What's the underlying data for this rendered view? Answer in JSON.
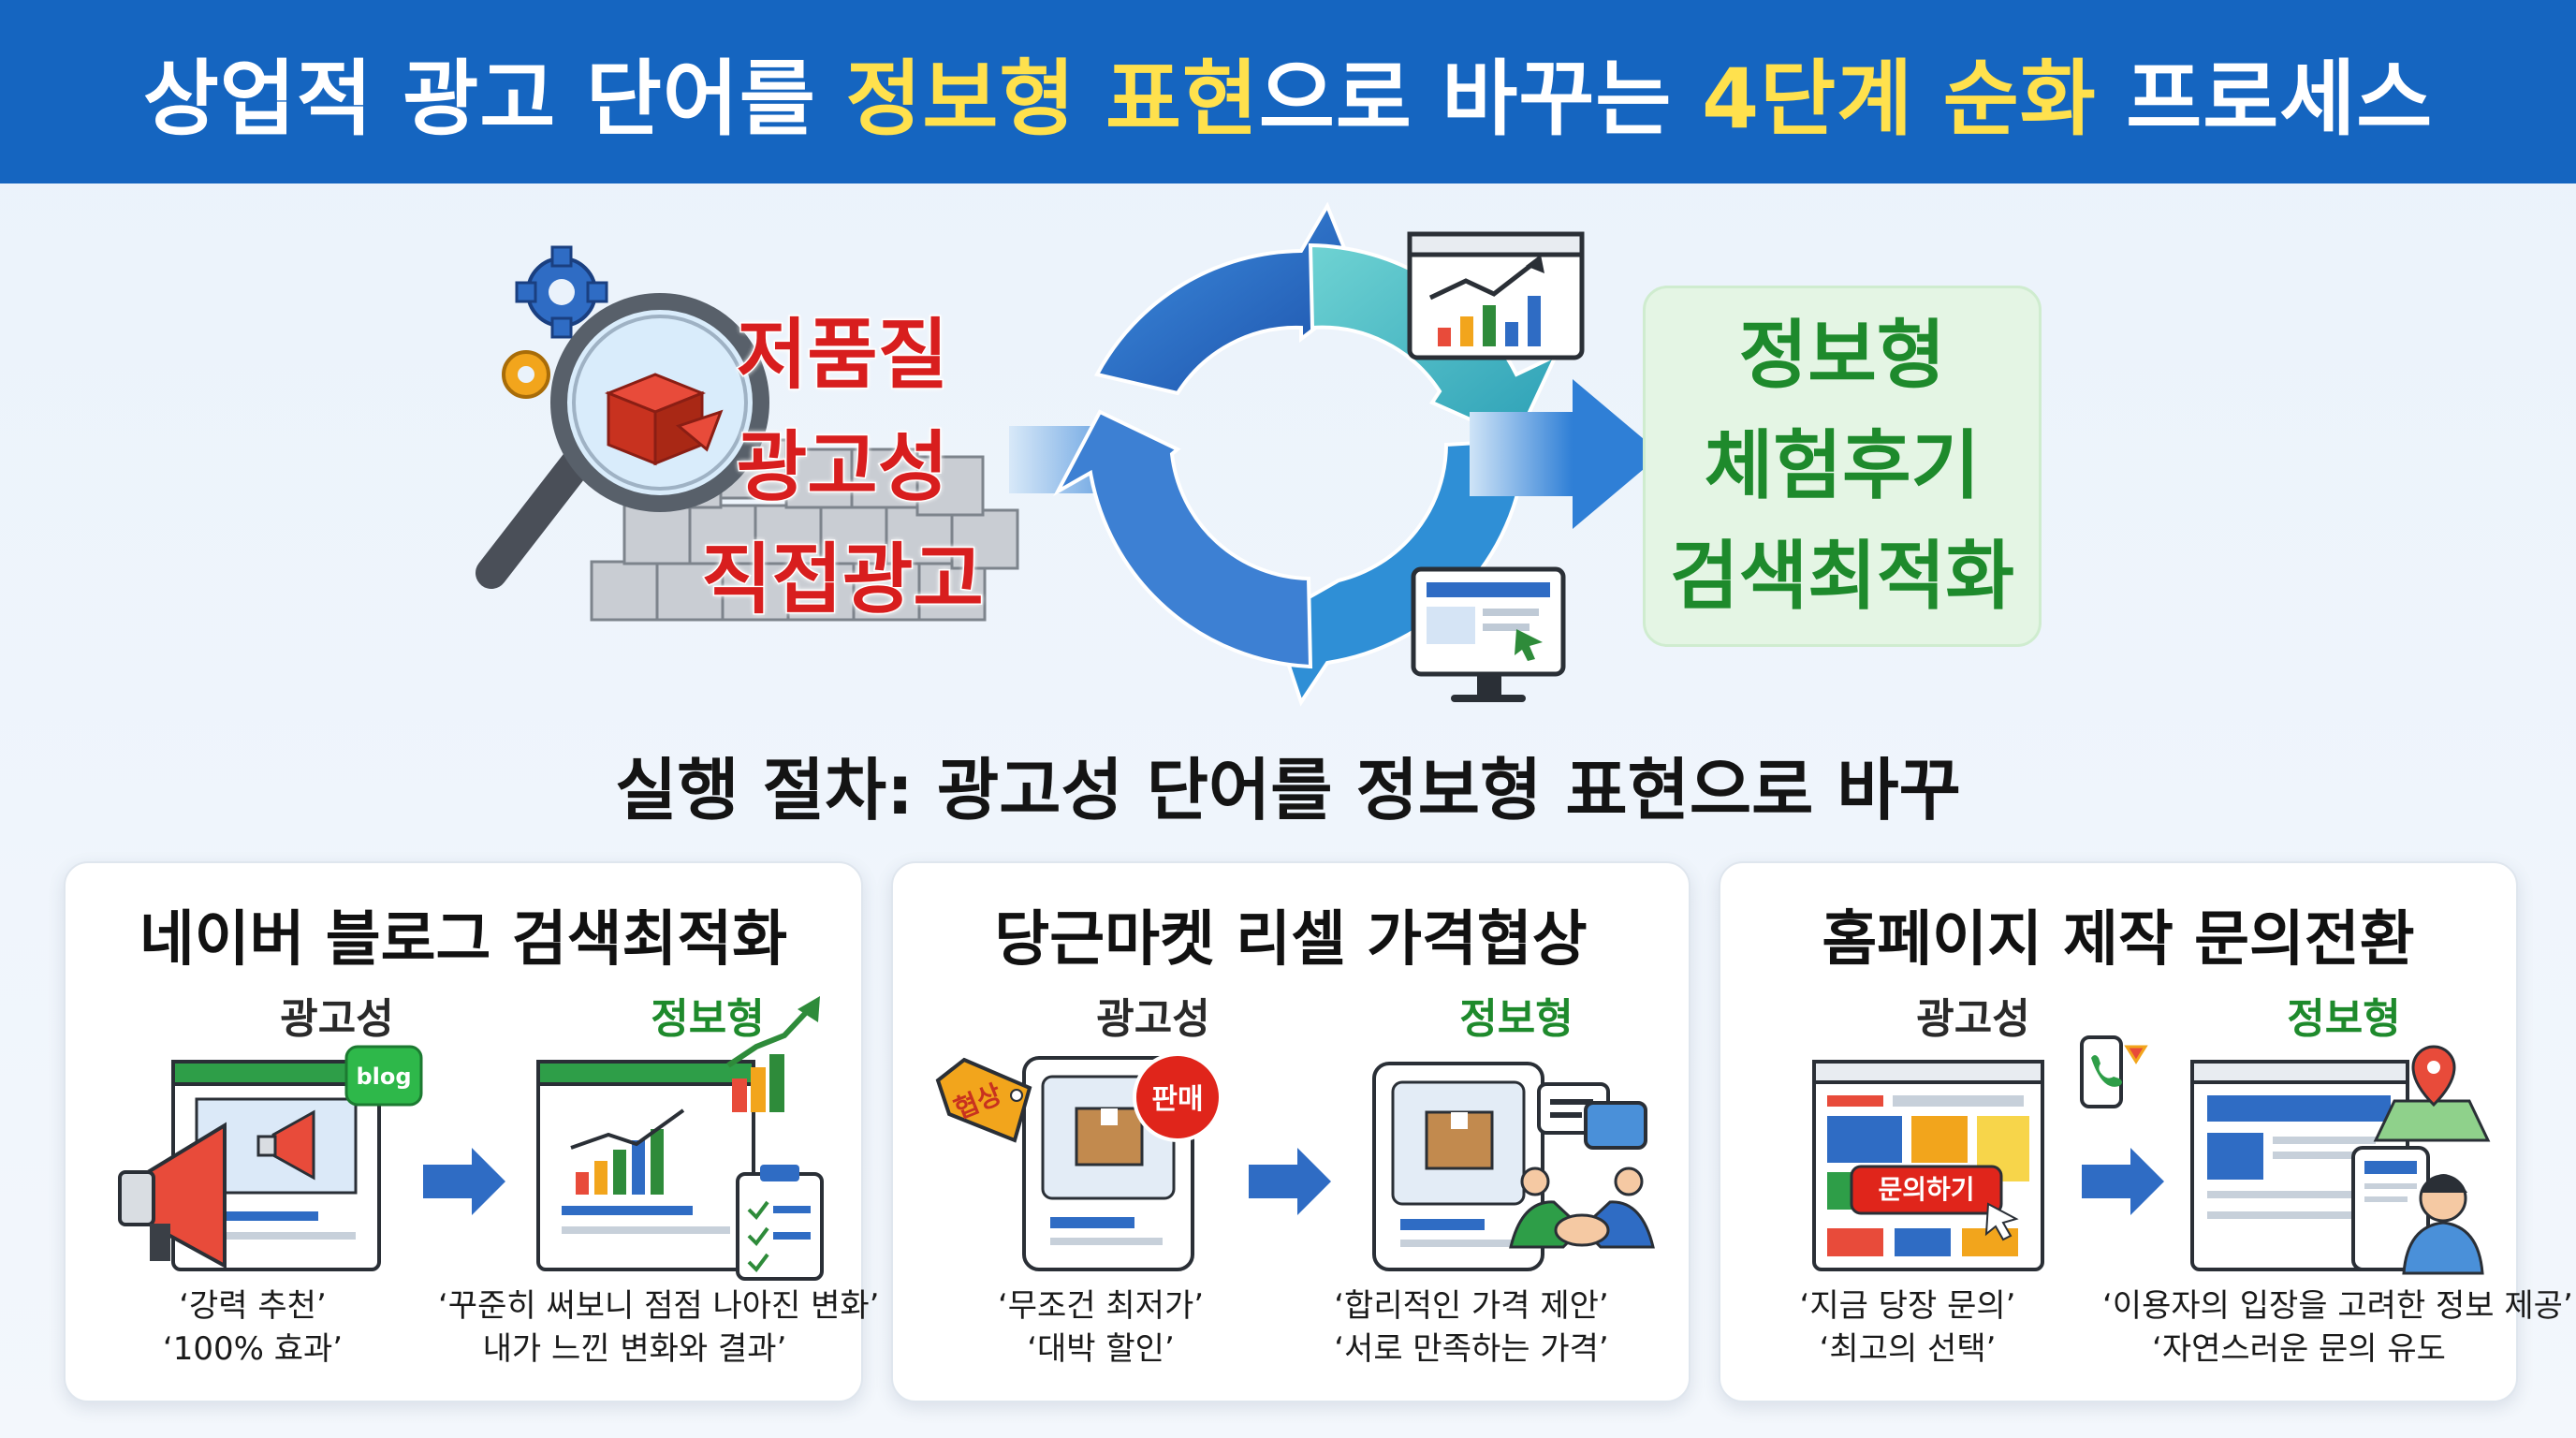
{
  "header": {
    "title_part1": "상업적 광고 단어를 ",
    "title_hl1": "정보형 표현",
    "title_part2": "으로 바꾸는 ",
    "title_hl2": "4단계 순화",
    "title_part3": " 프로세스"
  },
  "hero": {
    "bad_words": [
      "저품질",
      "광고성",
      "직접광고"
    ],
    "good_words": [
      "정보형",
      "체험후기",
      "검색최적화"
    ]
  },
  "subtitle": "실행 절차: 광고성 단어를 정보형 표현으로 바꾸",
  "colors": {
    "header": "#1565c0",
    "highlight": "#ffe14d",
    "bad": "#d81e1e",
    "good": "#1e8a2c"
  },
  "cards": [
    {
      "title": "네이버 블로그 검색최적화",
      "ad_label": "광고성",
      "info_label": "정보형",
      "badge": "blog",
      "ad_quote_1": "‘강력 추천’",
      "ad_quote_2": "‘100% 효과’",
      "info_quote_1": "‘꾸준히 써보니 점점 나아진 변화’",
      "info_quote_2": "내가 느낀 변화와 결과’"
    },
    {
      "title": "당근마켓 리셀 가격협상",
      "ad_label": "광고성",
      "info_label": "정보형",
      "tag": "협상",
      "badge": "판매",
      "ad_quote_1": "‘무조건 최저가’",
      "ad_quote_2": "‘대박 할인’",
      "info_quote_1": "‘합리적인 가격 제안’",
      "info_quote_2": "‘서로 만족하는 가격’"
    },
    {
      "title": "홈페이지 제작 문의전환",
      "ad_label": "광고성",
      "info_label": "정보형",
      "button": "문의하기",
      "ad_quote_1": "‘지금 당장 문의’",
      "ad_quote_2": "‘최고의 선택’",
      "info_quote_1": "‘이용자의 입장을 고려한 정보 제공’",
      "info_quote_2": "‘자연스러운 문의 유도"
    }
  ]
}
